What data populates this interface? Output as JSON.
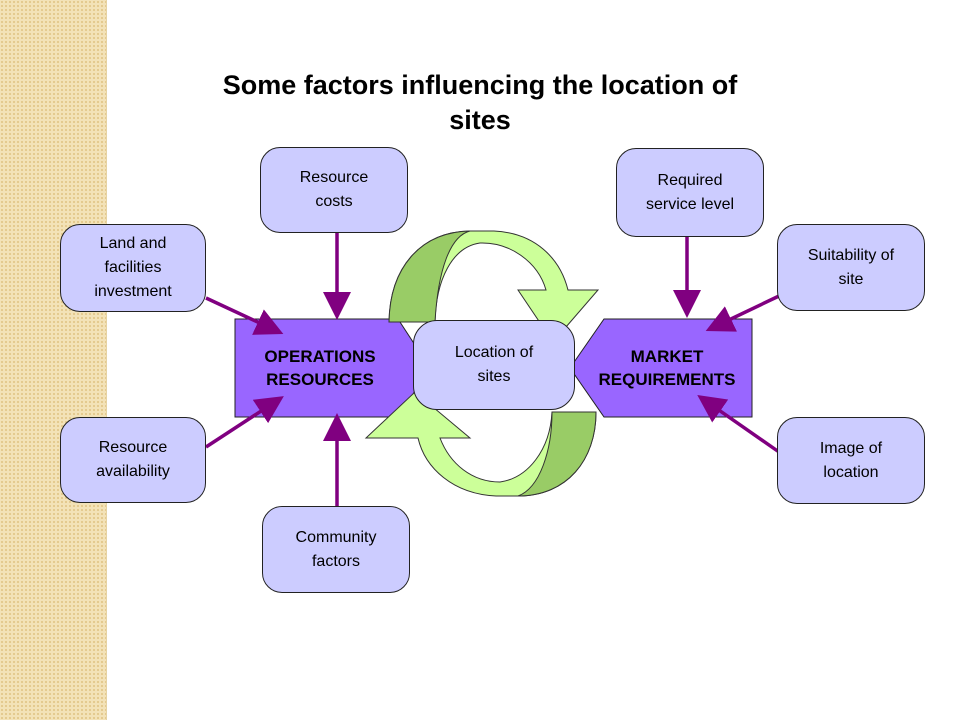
{
  "title": "Some factors influencing the location of\nsites",
  "center_label": "Location of\nsites",
  "left_hub": "OPERATIONS\nRESOURCES",
  "right_hub": "MARKET\nREQUIREMENTS",
  "factors": {
    "resource_costs": "Resource\ncosts",
    "land_facilities": "Land and\nfacilities\ninvestment",
    "resource_availability": "Resource\navailability",
    "community_factors": "Community\nfactors",
    "required_service": "Required\nservice level",
    "suitability": "Suitability of\nsite",
    "image_location": "Image of\nlocation"
  },
  "colors": {
    "box_fill": "#ccccff",
    "hub_fill": "#9966ff",
    "arrow": "#800080",
    "cycle_light": "#ccff99",
    "cycle_dark": "#99cc66",
    "strip": "#f3e2b8"
  }
}
